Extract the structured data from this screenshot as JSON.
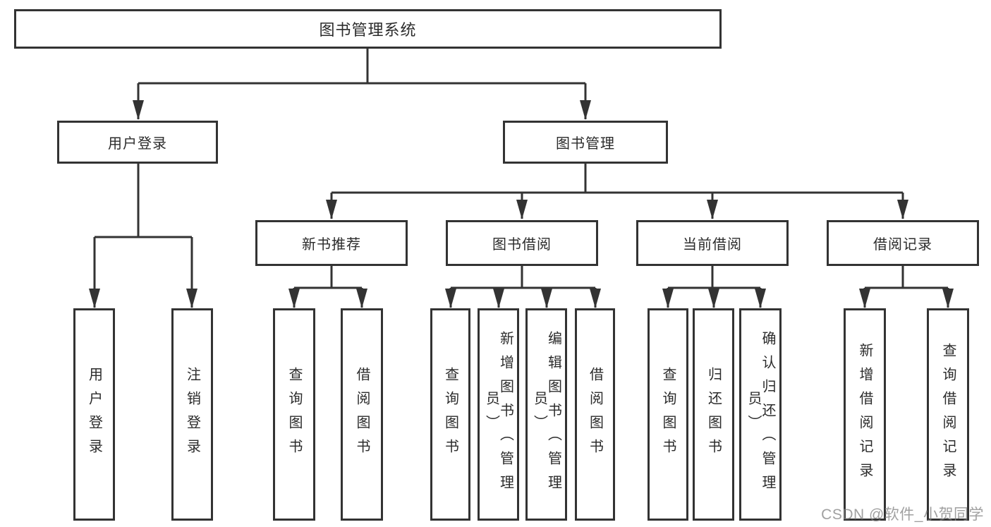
{
  "diagram": {
    "title": "图书管理系统",
    "colors": {
      "line": "#333333",
      "box_border": "#333333",
      "box_fill": "#ffffff",
      "text": "#2b2b2b",
      "watermark": "#9a9a9a"
    },
    "nodes": {
      "root": "图书管理系统",
      "user_login": "用户登录",
      "book_mgmt": "图书管理",
      "new_book_rec": "新书推荐",
      "book_borrow": "图书借阅",
      "current_borrow": "当前借阅",
      "borrow_record": "借阅记录",
      "ul_login": "用户登录",
      "ul_logout": "注销登录",
      "nb_search": "查询图书",
      "nb_borrow": "借阅图书",
      "bb_search": "查询图书",
      "bb_add": "新增图书（管理员）",
      "bb_edit": "编辑图书（管理员）",
      "bb_borrow": "借阅图书",
      "cb_search": "查询图书",
      "cb_return": "归还图书",
      "cb_confirm": "确认归还（管理员）",
      "br_add": "新增借阅记录",
      "br_search": "查询借阅记录"
    },
    "hierarchy": [
      {
        "parent": "图书管理系统",
        "children": [
          "用户登录",
          "图书管理"
        ]
      },
      {
        "parent": "用户登录",
        "children": [
          "用户登录",
          "注销登录"
        ]
      },
      {
        "parent": "图书管理",
        "children": [
          "新书推荐",
          "图书借阅",
          "当前借阅",
          "借阅记录"
        ]
      },
      {
        "parent": "新书推荐",
        "children": [
          "查询图书",
          "借阅图书"
        ]
      },
      {
        "parent": "图书借阅",
        "children": [
          "查询图书",
          "新增图书（管理员）",
          "编辑图书（管理员）",
          "借阅图书"
        ]
      },
      {
        "parent": "当前借阅",
        "children": [
          "查询图书",
          "归还图书",
          "确认归还（管理员）"
        ]
      },
      {
        "parent": "借阅记录",
        "children": [
          "新增借阅记录",
          "查询借阅记录"
        ]
      }
    ]
  },
  "watermark": "CSDN @软件_小贺同学"
}
